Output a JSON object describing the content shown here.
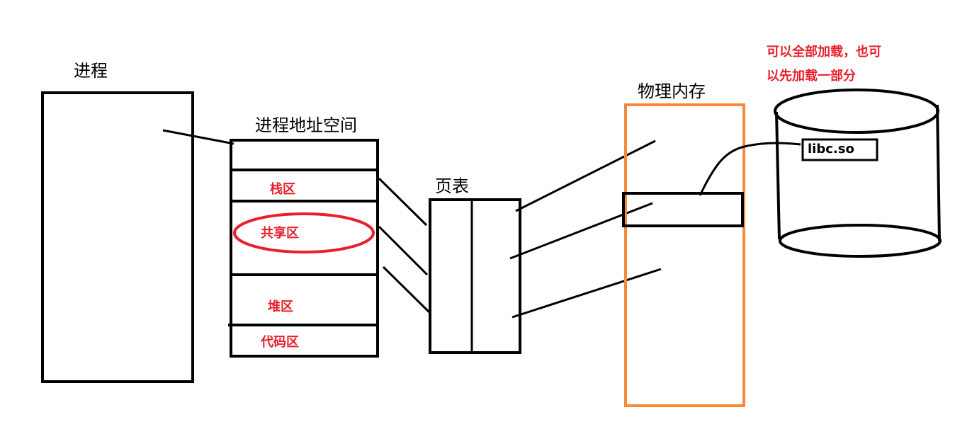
{
  "labels": {
    "process": "进程",
    "address_space": "进程地址空间",
    "page_table": "页表",
    "physical_memory": "物理内存"
  },
  "regions": {
    "stack": "栈区",
    "shared": "共享区",
    "heap": "堆区",
    "code": "代码区"
  },
  "disk": {
    "library": "libc.so",
    "note_line1": "可以全部加载，也可",
    "note_line2": "以先加载一部分"
  },
  "colors": {
    "outline": "#000000",
    "accent_red": "#e8202a",
    "memory_orange": "#f7893b"
  }
}
